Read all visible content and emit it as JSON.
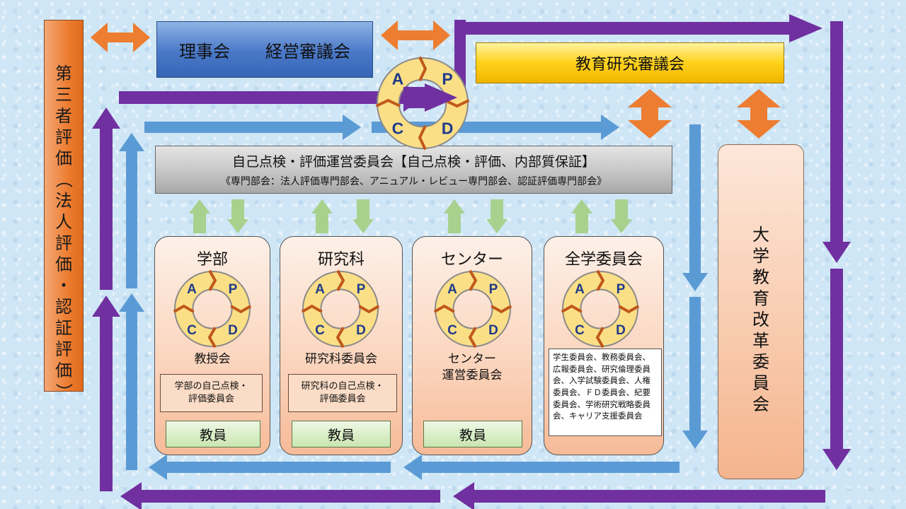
{
  "third_party_eval": [
    "第",
    "三",
    "者",
    "評",
    "価",
    "（",
    "法",
    "人",
    "評",
    "価",
    "・",
    "認",
    "証",
    "評",
    "価",
    "）"
  ],
  "board": {
    "left": "理事会",
    "right": "経営審議会"
  },
  "edu_council": "教育研究審議会",
  "self_eval": {
    "title": "自己点検・評価運営委員会【自己点検・評価、内部質保証】",
    "subtitle": "《専門部会：法人評価専門部会、アニュアル・レビュー専門部会、認証評価専門部会》"
  },
  "reform_committee": [
    "大",
    "学",
    "教",
    "育",
    "改",
    "革",
    "委",
    "員",
    "会"
  ],
  "pdca": {
    "a": "A",
    "p": "P",
    "c": "C",
    "d": "D"
  },
  "units": [
    {
      "title": "学部",
      "committee": "教授会",
      "subbox": "学部の自己点検・\n評価委員会",
      "faculty": "教員"
    },
    {
      "title": "研究科",
      "committee": "研究科委員会",
      "subbox": "研究科の自己点検・\n評価委員会",
      "faculty": "教員"
    },
    {
      "title": "センター",
      "committee": "センター\n運営委員会",
      "faculty": "教員"
    },
    {
      "title": "全学委員会",
      "committee_list": "学生委員会、教務委員会、広報委員会、研究倫理委員会、入学試験委員会、人権委員会、ＦＤ委員会、紀要委員会、学術研究戦略委員会、キャリア支援委員会"
    }
  ],
  "colors": {
    "purple": "#7030a0",
    "blue": "#5b9bd5",
    "orange": "#ed7d31",
    "green": "#a9d18e"
  }
}
